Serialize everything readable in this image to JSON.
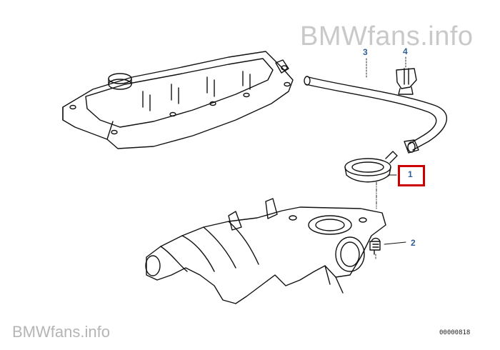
{
  "watermark": {
    "top": "BMWfans.info",
    "bottom": "BMWfans.info"
  },
  "callouts": [
    {
      "label": "1",
      "part": "gasket-ring",
      "highlighted": true
    },
    {
      "label": "2",
      "part": "bolt"
    },
    {
      "label": "3",
      "part": "breather-hose"
    },
    {
      "label": "4",
      "part": "hose-clamp"
    }
  ],
  "diagram_code": "00000818",
  "colors": {
    "callout_text": "#2e5f95",
    "highlight": "#cc0000",
    "watermark": "#c9c9c9"
  }
}
